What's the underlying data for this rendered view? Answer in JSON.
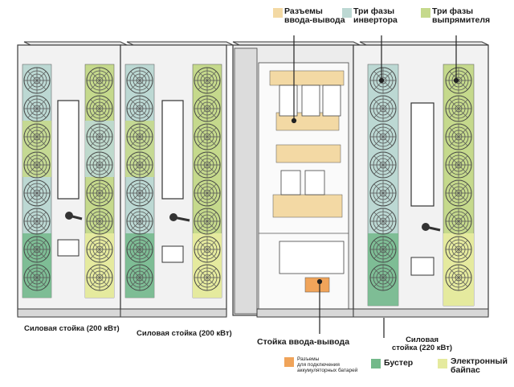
{
  "colors": {
    "io_connectors": "#f3d9a4",
    "inverter": "#bcd8d3",
    "rectifier": "#c5d98c",
    "battery": "#f0a45a",
    "booster": "#73b98a",
    "bypass": "#e5ea9e",
    "cabinet_line": "#3a3a3a",
    "cabinet_fill": "#f2f2f2"
  },
  "legend_top": {
    "io_connectors": [
      "Разъемы",
      "ввода-вывода"
    ],
    "inverter": [
      "Три фазы",
      "инвертора"
    ],
    "rectifier": [
      "Три фазы",
      "выпрямителя"
    ]
  },
  "labels": {
    "power_rack_1": "Силовая стойка (200 кВт)",
    "power_rack_2": "Силовая стойка (200 кВт)",
    "io_rack": "Стойка ввода-вывода",
    "power_rack_3_line1": "Силовая",
    "power_rack_3_line2": "стойка (220 кВт)"
  },
  "legend_bottom": {
    "battery": [
      "Разъемы",
      "для подключения",
      "аккумуляторных батарей"
    ],
    "booster": "Бустер",
    "bypass": [
      "Электронный",
      "байпас"
    ]
  }
}
